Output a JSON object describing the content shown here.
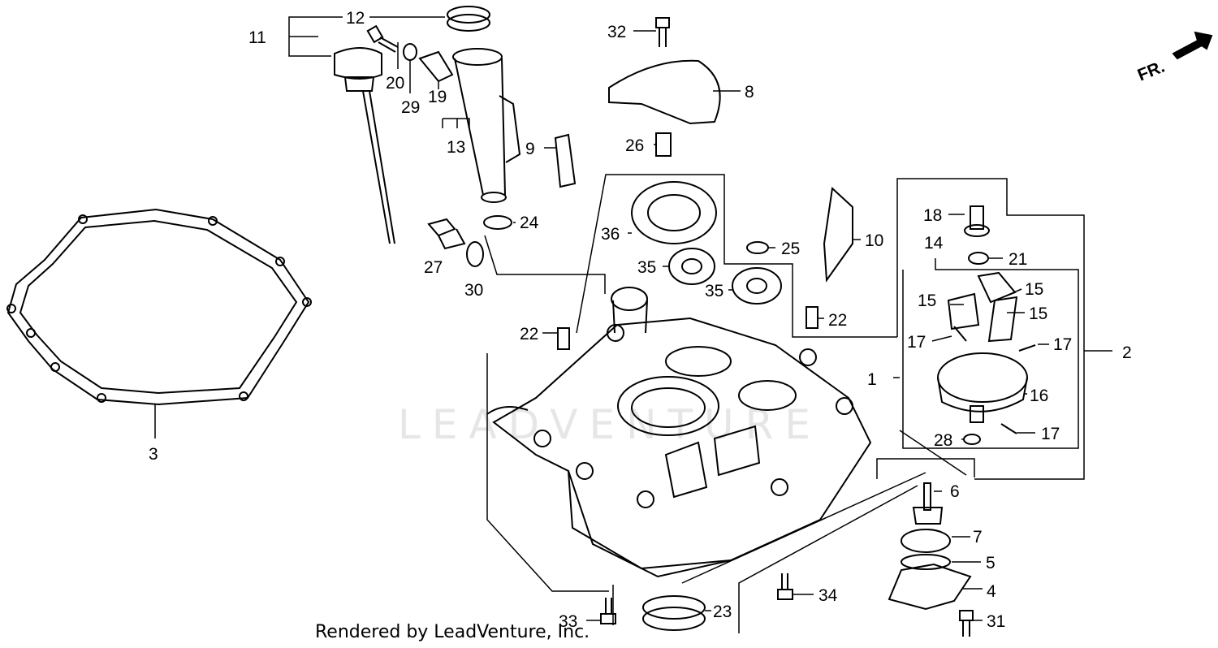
{
  "diagram": {
    "watermark": "LEADVENTURE",
    "direction_label": "FR.",
    "footer": "Rendered by LeadVenture, Inc.",
    "callouts": [
      {
        "id": "c1",
        "label": "1"
      },
      {
        "id": "c2",
        "label": "2"
      },
      {
        "id": "c3",
        "label": "3"
      },
      {
        "id": "c4",
        "label": "4"
      },
      {
        "id": "c5",
        "label": "5"
      },
      {
        "id": "c6",
        "label": "6"
      },
      {
        "id": "c7",
        "label": "7"
      },
      {
        "id": "c8",
        "label": "8"
      },
      {
        "id": "c9",
        "label": "9"
      },
      {
        "id": "c10",
        "label": "10"
      },
      {
        "id": "c11",
        "label": "11"
      },
      {
        "id": "c12",
        "label": "12"
      },
      {
        "id": "c13",
        "label": "13"
      },
      {
        "id": "c14",
        "label": "14"
      },
      {
        "id": "c15a",
        "label": "15"
      },
      {
        "id": "c15b",
        "label": "15"
      },
      {
        "id": "c15c",
        "label": "15"
      },
      {
        "id": "c16",
        "label": "16"
      },
      {
        "id": "c17a",
        "label": "17"
      },
      {
        "id": "c17b",
        "label": "17"
      },
      {
        "id": "c17c",
        "label": "17"
      },
      {
        "id": "c18",
        "label": "18"
      },
      {
        "id": "c19",
        "label": "19"
      },
      {
        "id": "c20",
        "label": "20"
      },
      {
        "id": "c21",
        "label": "21"
      },
      {
        "id": "c22a",
        "label": "22"
      },
      {
        "id": "c22b",
        "label": "22"
      },
      {
        "id": "c23",
        "label": "23"
      },
      {
        "id": "c24",
        "label": "24"
      },
      {
        "id": "c25",
        "label": "25"
      },
      {
        "id": "c26",
        "label": "26"
      },
      {
        "id": "c27",
        "label": "27"
      },
      {
        "id": "c28",
        "label": "28"
      },
      {
        "id": "c29",
        "label": "29"
      },
      {
        "id": "c30",
        "label": "30"
      },
      {
        "id": "c31",
        "label": "31"
      },
      {
        "id": "c32",
        "label": "32"
      },
      {
        "id": "c33",
        "label": "33"
      },
      {
        "id": "c34",
        "label": "34"
      },
      {
        "id": "c35a",
        "label": "35"
      },
      {
        "id": "c35b",
        "label": "35"
      },
      {
        "id": "c36",
        "label": "36"
      }
    ]
  }
}
